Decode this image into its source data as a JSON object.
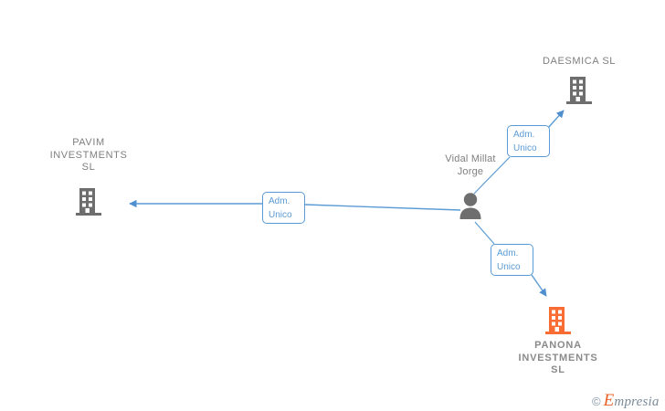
{
  "diagram": {
    "type": "corporate-relationship-graph",
    "background_color": "#ffffff",
    "edge_color": "#5b9bd5",
    "company_icon_color": "#6e6e6e",
    "highlight_icon_color": "#f96d35",
    "label_color": "#7f7f7f",
    "nodes": [
      {
        "id": "pavim",
        "kind": "company",
        "label": "PAVIM\nINVESTMENTS\nSL",
        "icon": "building-icon",
        "highlighted": false
      },
      {
        "id": "daesmica",
        "kind": "company",
        "label": "DAESMICA  SL",
        "icon": "building-icon",
        "highlighted": false
      },
      {
        "id": "panona",
        "kind": "company",
        "label": "PANONA\nINVESTMENTS\nSL",
        "icon": "building-icon",
        "highlighted": true
      },
      {
        "id": "person",
        "kind": "person",
        "label": "Vidal Millat\nJorge",
        "icon": "person-icon",
        "highlighted": false
      }
    ],
    "edges": [
      {
        "id": "edge-person-pavim",
        "from": "person",
        "to": "pavim",
        "label_line1": "Adm.",
        "label_line2": "Unico"
      },
      {
        "id": "edge-person-daesmica",
        "from": "person",
        "to": "daesmica",
        "label_line1": "Adm.",
        "label_line2": "Unico"
      },
      {
        "id": "edge-person-panona",
        "from": "person",
        "to": "panona",
        "label_line1": "Adm.",
        "label_line2": "Unico"
      }
    ]
  },
  "watermark": {
    "copyright": "©",
    "brand_initial": "E",
    "brand_rest": "mpresia"
  }
}
